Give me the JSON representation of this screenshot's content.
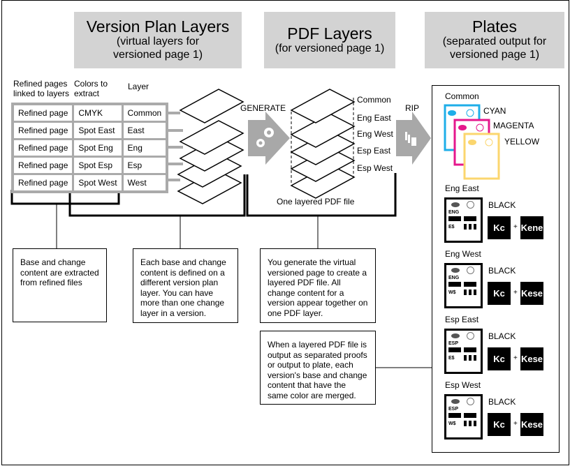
{
  "headers": [
    {
      "title": "Version Plan Layers",
      "subtitle": "(virtual layers for versioned page 1)"
    },
    {
      "title": "PDF Layers",
      "subtitle": "(for versioned page 1)"
    },
    {
      "title": "Plates",
      "subtitle": "(separated output for versioned page 1)"
    }
  ],
  "table": {
    "columns": [
      "Refined pages linked to layers",
      "Colors to extract",
      "Layer"
    ],
    "rows": [
      [
        "Refined page",
        "CMYK",
        "Common"
      ],
      [
        "Refined page",
        "Spot East",
        "East"
      ],
      [
        "Refined page",
        "Spot Eng",
        "Eng"
      ],
      [
        "Refined page",
        "Spot Esp",
        "Esp"
      ],
      [
        "Refined page",
        "Spot West",
        "West"
      ]
    ]
  },
  "generate_label": "GENERATE",
  "rip_label": "RIP",
  "pdf_layers": [
    "Common",
    "Eng East",
    "Eng West",
    "Esp East",
    "Esp West"
  ],
  "pdf_caption": "One layered PDF file",
  "callouts": [
    "Base and change content are extracted from refined files",
    "Each base and change content is defined on a different version plan layer. You can have more than one change layer in a version.",
    "You generate the virtual versioned page to create a layered PDF file. All change content for a version appear together on one PDF layer.",
    "When a layered PDF file is output as separated proofs or output to plate, each version's base and change content that have the same color are merged."
  ],
  "plates": {
    "common": {
      "label": "Common",
      "inks": [
        {
          "name": "CYAN",
          "color": "#1eaee8"
        },
        {
          "name": "MAGENTA",
          "color": "#e5178c"
        },
        {
          "name": "YELLOW",
          "color": "#fbd66e"
        }
      ]
    },
    "versions": [
      {
        "label": "Eng East",
        "ink": "BLACK",
        "lang": "ENG",
        "price": "E$",
        "base": "Kc",
        "change": "Kene"
      },
      {
        "label": "Eng West",
        "ink": "BLACK",
        "lang": "ENG",
        "price": "W$",
        "base": "Kc",
        "change": "Kese"
      },
      {
        "label": "Esp East",
        "ink": "BLACK",
        "lang": "ESP",
        "price": "E$",
        "base": "Kc",
        "change": "Kese"
      },
      {
        "label": "Esp West",
        "ink": "BLACK",
        "lang": "ESP",
        "price": "W$",
        "base": "Kc",
        "change": "Kese"
      }
    ],
    "plus": "+"
  }
}
